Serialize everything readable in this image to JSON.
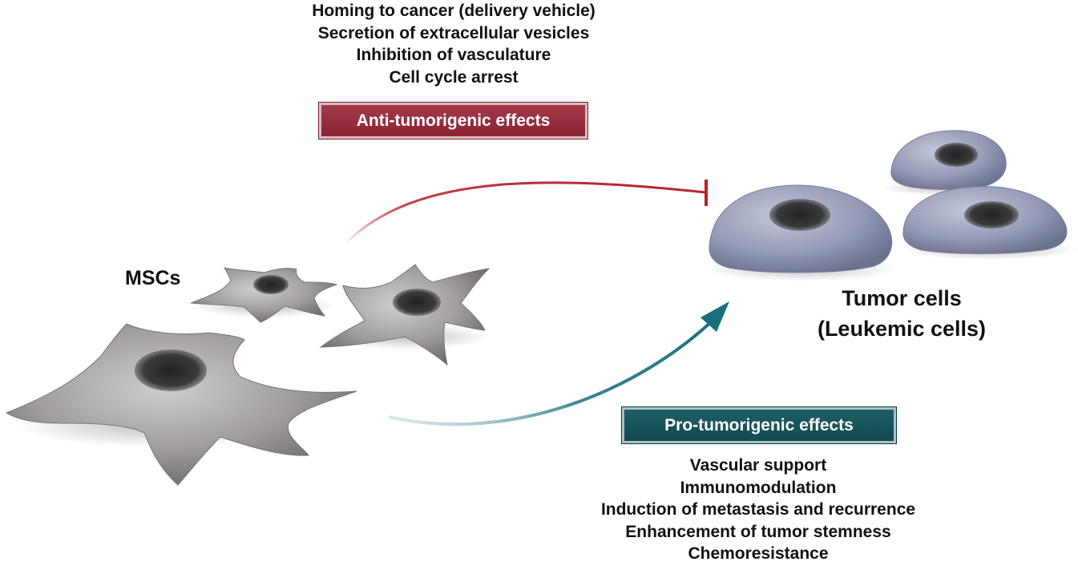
{
  "diagram": {
    "anti_effects": {
      "items": [
        "Homing to cancer (delivery vehicle)",
        "Secretion of extracellular vesicles",
        "Inhibition of vasculature",
        "Cell cycle arrest"
      ],
      "label": "Anti-tumorigenic effects",
      "color": "#8c2334"
    },
    "pro_effects": {
      "label": "Pro-tumorigenic effects",
      "items": [
        "Vascular support",
        "Immunomodulation",
        "Induction of metastasis and recurrence",
        "Enhancement of tumor stemness",
        "Chemoresistance"
      ],
      "color": "#1a5c63"
    },
    "msc_label": "MSCs",
    "tumor_label_line1": "Tumor cells",
    "tumor_label_line2": "(Leukemic cells)",
    "inhibit_arrow_color": "#b8202a",
    "promote_arrow_color": "#1a6f7c"
  }
}
